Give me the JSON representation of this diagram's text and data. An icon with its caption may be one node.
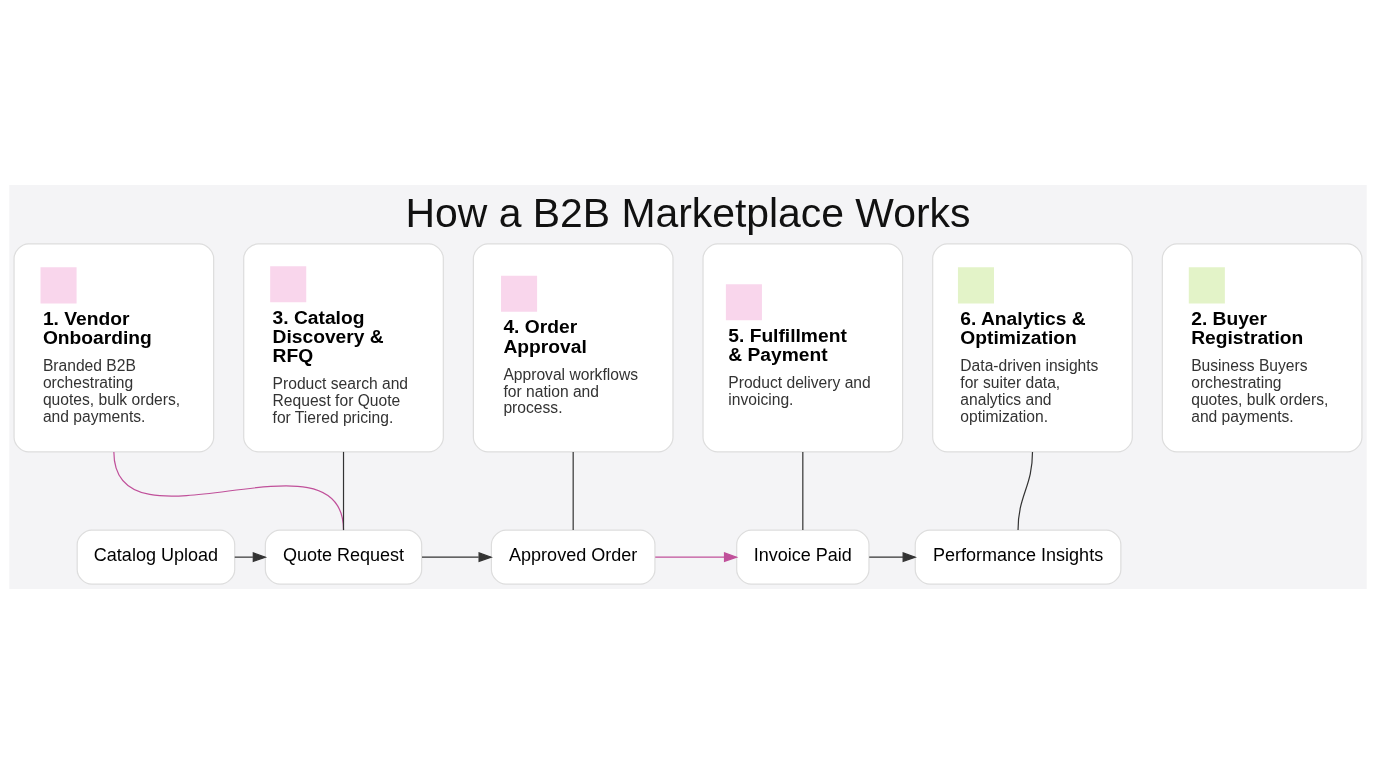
{
  "diagram": {
    "title": "How a B2B Marketplace Works",
    "nodes": [
      {
        "text": [
          "1. Vendor Onboarding",
          "Branded B2B orchestrating quotes, bulk orders, and payments."
        ]
      },
      {
        "text": [
          "2. Buyer Registration",
          "Business Buyers orchestrating quotes, bulk orders, and payments."
        ]
      },
      {
        "text": [
          "3. Catalog Discovery & RFQ",
          "Product search and Request for Quote for Tiered pricing."
        ]
      },
      {
        "text": [
          "4. Order Approval",
          "Approval workflows for nation and process."
        ]
      },
      {
        "text": [
          "5. Fulfillment & Payment",
          "Product delivery and invoicing."
        ]
      },
      {
        "text": [
          "6. Analytics & Optimization",
          "Data-driven insights for suiter data, analytics and optimization."
        ]
      },
      {
        "text": [
          "Catalog Upload"
        ]
      },
      {
        "text": [
          "Quote Request"
        ]
      },
      {
        "text": [
          "Approved Order"
        ]
      },
      {
        "text": [
          "Invoice Paid"
        ]
      },
      {
        "text": [
          "Performance Insights"
        ]
      }
    ],
    "edges": [
      {
        "from": 0,
        "to": 7,
        "arrow": "none",
        "color": "#c0509a"
      },
      {
        "from": 2,
        "to": 7,
        "arrow": "none"
      },
      {
        "from": 3,
        "to": 8,
        "arrow": "none"
      },
      {
        "from": 4,
        "to": 9,
        "arrow": "none"
      },
      {
        "from": 5,
        "to": 10,
        "arrow": "none"
      },
      {
        "from": 6,
        "to": 7,
        "arrow": "to"
      },
      {
        "from": 7,
        "to": 8,
        "arrow": "to"
      },
      {
        "from": 8,
        "to": 9,
        "arrow": "to",
        "color": "#c0509a"
      },
      {
        "from": 9,
        "to": 10,
        "arrow": "to"
      }
    ]
  }
}
